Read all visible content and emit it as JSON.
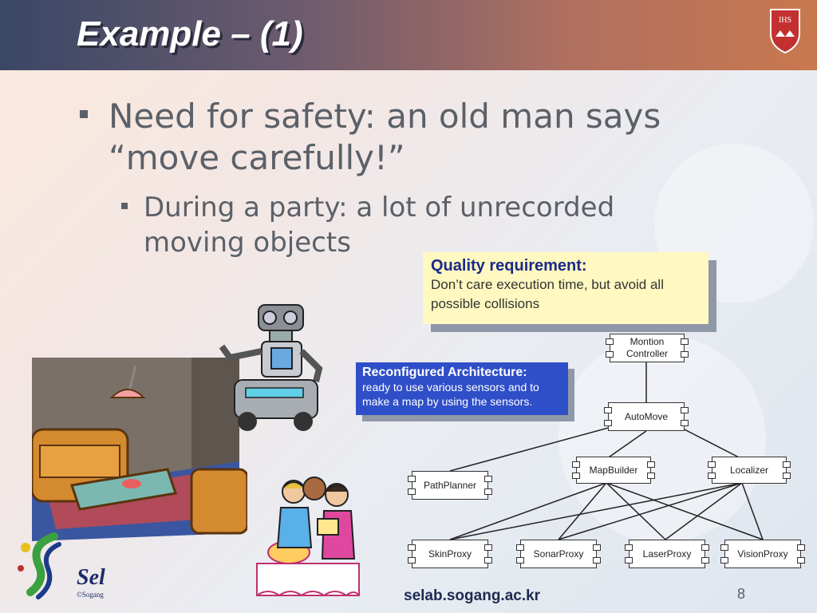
{
  "slide": {
    "title": "Example – (1)",
    "badge": "IHS",
    "bullets": [
      "Need for safety: an old man says “move carefully!”",
      "During a party: a lot of unrecorded moving objects"
    ],
    "footer": "selab.sogang.ac.kr",
    "page_number": "8",
    "logo": {
      "text": "Sel",
      "sub": "©Sogang"
    }
  },
  "callouts": {
    "quality": {
      "heading": "Quality requirement:",
      "body": "Don’t care execution time, but avoid all possible collisions"
    },
    "reconfigured": {
      "heading": "Reconfigured Architecture:",
      "body": "ready to use various sensors and to make a map by using the sensors."
    }
  },
  "diagram": {
    "components": {
      "motion_controller": "Montion Controller",
      "automove": "AutoMove",
      "pathplanner": "PathPlanner",
      "mapbuilder": "MapBuilder",
      "localizer": "Localizer",
      "skinproxy": "SkinProxy",
      "sonarproxy": "SonarProxy",
      "laserproxy": "LaserProxy",
      "visionproxy": "VisionProxy"
    }
  },
  "colors": {
    "title_bar_left": "#3a4766",
    "title_bar_right": "#c9784e",
    "bullet_text": "#5b6068",
    "quality_bg": "#fff8c0",
    "quality_heading": "#1a2a8a",
    "reconfigured_bg": "#2f4fc8",
    "footer_text": "#1e2a50"
  }
}
